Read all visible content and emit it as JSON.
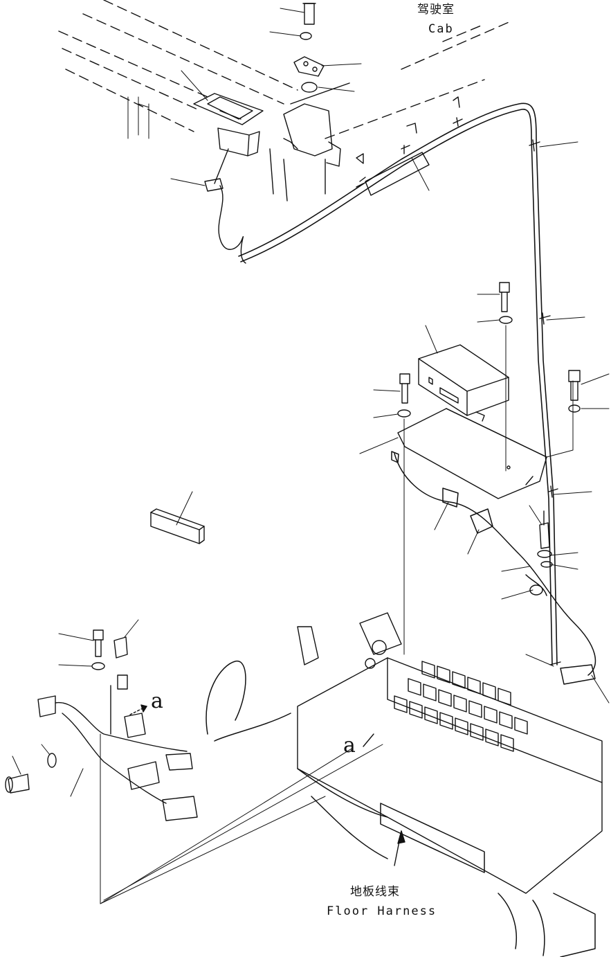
{
  "labels": {
    "cab_cn": "驾驶室",
    "cab_en": "Cab",
    "floor_harness_cn": "地板线束",
    "floor_harness_en": "Floor Harness",
    "ref_a_upper": "a",
    "ref_a_lower": "a"
  },
  "colors": {
    "ink": "#111111",
    "paper": "#ffffff"
  }
}
